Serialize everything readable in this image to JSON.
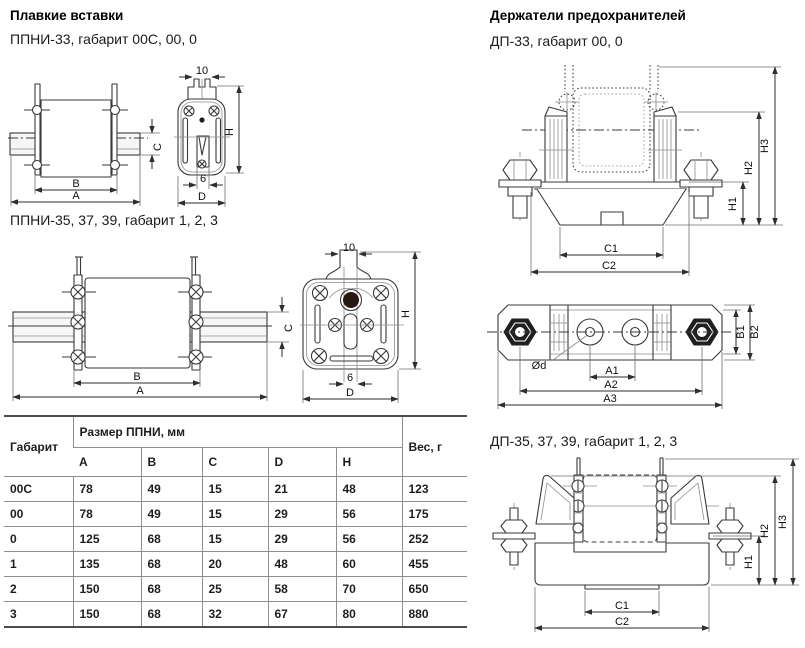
{
  "left_section": {
    "title": "Плавкие вставки",
    "sub1": "ППНИ-33, габарит 00С, 00, 0",
    "sub2": "ППНИ-35, 37, 39, габарит 1, 2, 3"
  },
  "right_section": {
    "title": "Держатели предохранителей",
    "sub1": "ДП-33, габарит 00, 0",
    "sub2": "ДП-35, 37, 39, габарит 1, 2, 3"
  },
  "dims": {
    "ten": "10",
    "six": "6",
    "a": "A",
    "b": "B",
    "c": "C",
    "d": "D",
    "h": "H",
    "h1": "H1",
    "h2": "H2",
    "h3": "H3",
    "c1": "C1",
    "c2": "C2",
    "b1": "B1",
    "b2": "B2",
    "a1": "A1",
    "a2": "A2",
    "a3": "A3",
    "diameter": "Ød"
  },
  "table": {
    "headers": {
      "gabarit": "Габарит",
      "size_group": "Размер ППНИ, мм",
      "weight": "Вес, г",
      "sub": [
        "A",
        "B",
        "C",
        "D",
        "H"
      ]
    },
    "rows": [
      [
        "00C",
        "78",
        "49",
        "15",
        "21",
        "48",
        "123"
      ],
      [
        "00",
        "78",
        "49",
        "15",
        "29",
        "56",
        "175"
      ],
      [
        "0",
        "125",
        "68",
        "15",
        "29",
        "56",
        "252"
      ],
      [
        "1",
        "135",
        "68",
        "20",
        "48",
        "60",
        "455"
      ],
      [
        "2",
        "150",
        "68",
        "25",
        "58",
        "70",
        "650"
      ],
      [
        "3",
        "150",
        "68",
        "32",
        "67",
        "80",
        "880"
      ]
    ]
  }
}
